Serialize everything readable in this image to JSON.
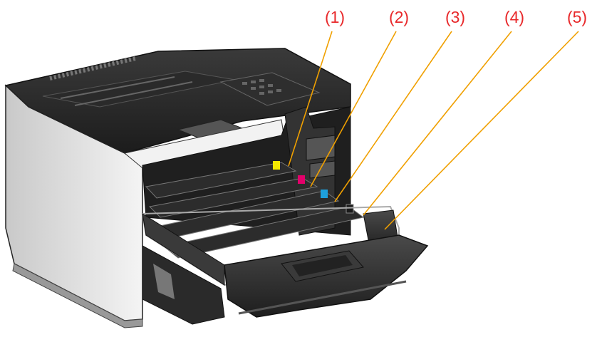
{
  "callouts": [
    {
      "label": "(1)"
    },
    {
      "label": "(2)"
    },
    {
      "label": "(3)"
    },
    {
      "label": "(4)"
    },
    {
      "label": "(5)"
    }
  ],
  "colors": {
    "callout": "#e8292b",
    "leader": "#f0a000",
    "yellow_tab": "#f4e800",
    "magenta_tab": "#e3006b",
    "cyan_tab": "#1e9fdc",
    "black_tab": "#1a1a1a"
  }
}
